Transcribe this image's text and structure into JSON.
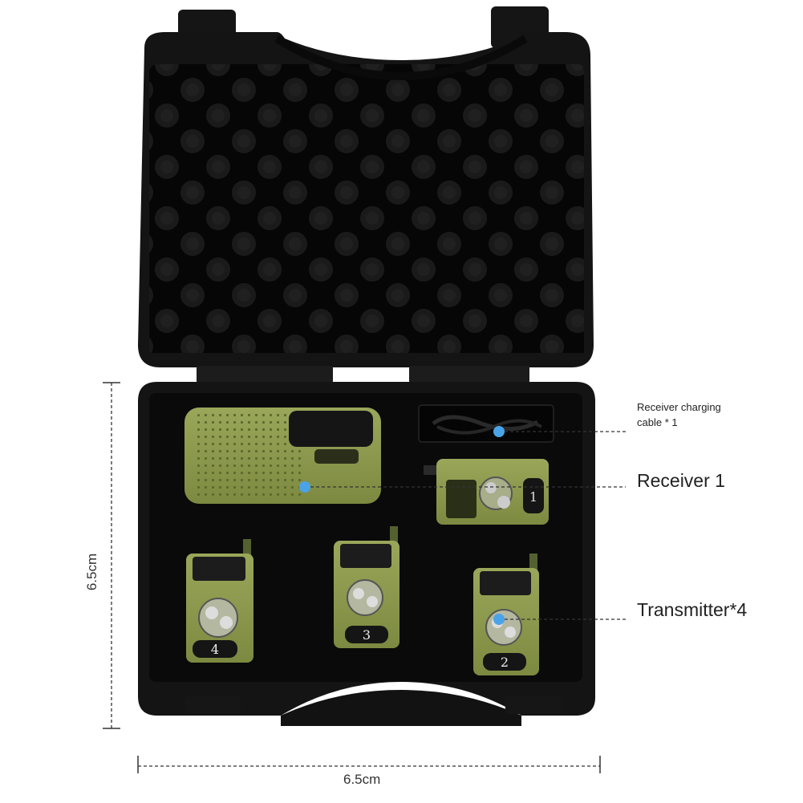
{
  "labels": {
    "charging_cable": "Receiver charging cable * 1",
    "receiver": "Receiver 1",
    "transmitter": "Transmitter*4"
  },
  "dimensions": {
    "height": "6.5cm",
    "width": "6.5cm"
  },
  "transmitter_numbers": [
    "4",
    "3",
    "2",
    "1"
  ],
  "colors": {
    "case": "#121212",
    "foam": "#0b0b0b",
    "device_green": "#8d9a4e",
    "marker_dot": "#4aa3e8",
    "dashed_line": "#333333"
  }
}
